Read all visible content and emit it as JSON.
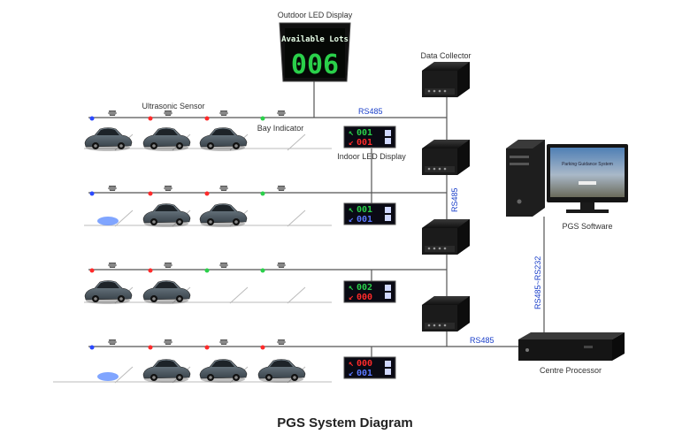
{
  "title": "PGS System Diagram",
  "labels": {
    "outdoor_led_display": "Outdoor LED Display",
    "data_collector": "Data Collector",
    "ultrasonic_sensor": "Ultrasonic Sensor",
    "bay_indicator": "Bay Indicator",
    "indoor_led_display": "Indoor LED Display",
    "pgs_software": "PGS Software",
    "centre_processor": "Centre Processor",
    "rs485_top": "RS485",
    "rs485_vertical": "RS485",
    "rs485_rs232": "RS485~RS232",
    "rs485_bottom": "RS485"
  },
  "outdoor_display": {
    "header": "Available Lots",
    "value": "006"
  },
  "indoor_displays": [
    {
      "line1": "001",
      "line2": "001"
    },
    {
      "line1": "001",
      "line2": "001"
    },
    {
      "line1": "002",
      "line2": "000"
    },
    {
      "line1": "000",
      "line2": "001"
    }
  ],
  "monitor_screen": {
    "title": "Parking Guidance System"
  },
  "colors": {
    "bus_line": "#555555",
    "rs_label": "#1a3fc9",
    "led_green": "#2ad04a",
    "led_red": "#ff2a2a",
    "led_blue": "#5a78ff"
  }
}
